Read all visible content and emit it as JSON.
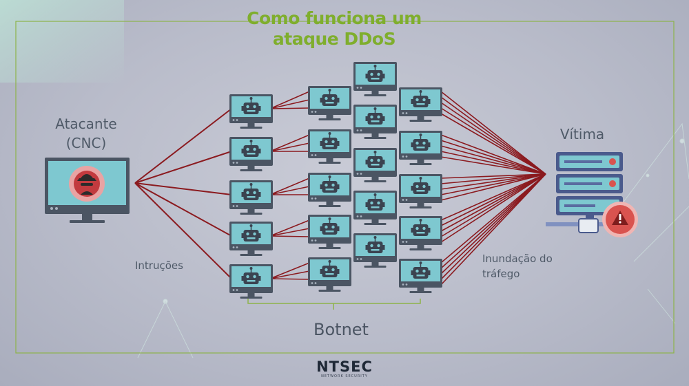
{
  "title_line1": "Como funciona um",
  "title_line2": "ataque DDoS",
  "attacker_line1": "Atacante",
  "attacker_line2": "(CNC)",
  "victim_label": "Vítima",
  "instructions_label": "Intruções",
  "flood_line1": "Inundação do",
  "flood_line2": "tráfego",
  "botnet_label": "Botnet",
  "logo": {
    "name": "NTSEC",
    "tagline": "NETWORK SECURITY"
  },
  "colors": {
    "accent_green": "#7fae2d",
    "attack_line": "#8b1a1f",
    "screen": "#7ec8d0",
    "monitor_frame": "#4b5563",
    "server": "#4a5a8c",
    "warning": "#d9534f"
  },
  "icons": [
    "attacker-hacker-icon",
    "bot-computer-icon",
    "server-icon",
    "warning-icon"
  ]
}
